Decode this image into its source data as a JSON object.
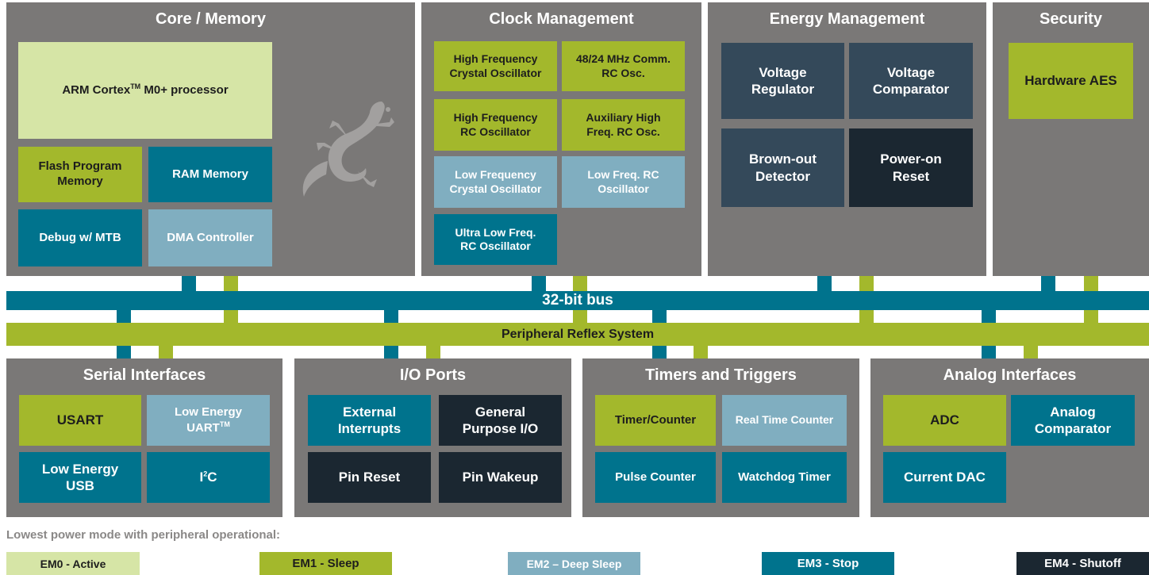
{
  "core_memory": {
    "title": "Core / Memory",
    "processor_prefix": "ARM Cortex",
    "processor_tm": "TM",
    "processor_suffix": " M0+ processor",
    "flash": "Flash Program Memory",
    "ram": "RAM Memory",
    "debug": "Debug w/ MTB",
    "dma": "DMA Controller",
    "logo_icon": "gecko-icon"
  },
  "clock": {
    "title": "Clock Management",
    "hfxo": "High Frequency Crystal Oscillator",
    "comm_rc": "48/24 MHz Comm. RC Osc.",
    "hfrco": "High Frequency RC Oscillator",
    "aux_rc": "Auxiliary High Freq. RC Osc.",
    "lfxo": "Low Frequency Crystal Oscillator",
    "lfrco": "Low Freq. RC Oscillator",
    "ulfrco": "Ultra Low Freq. RC Oscillator"
  },
  "energy": {
    "title": "Energy Management",
    "vreg": "Voltage Regulator",
    "vcomp": "Voltage Comparator",
    "bod": "Brown-out Detector",
    "por": "Power-on Reset"
  },
  "security": {
    "title": "Security",
    "aes": "Hardware AES"
  },
  "bus": {
    "label": "32-bit bus",
    "prs": "Peripheral Reflex System"
  },
  "serial": {
    "title": "Serial Interfaces",
    "usart": "USART",
    "leuart_main": "Low Energy UART",
    "leuart_tm": "TM",
    "leusb": "Low Energy USB",
    "i2c_main": "I",
    "i2c_sup": "2",
    "i2c_end": "C"
  },
  "io": {
    "title": "I/O Ports",
    "ext_int": "External Interrupts",
    "gpio": "General Purpose I/O",
    "pin_reset": "Pin Reset",
    "pin_wakeup": "Pin Wakeup"
  },
  "timers": {
    "title": "Timers and Triggers",
    "timer": "Timer/Counter",
    "rtc": "Real Time Counter",
    "pulse": "Pulse Counter",
    "wdog": "Watchdog Timer"
  },
  "analog": {
    "title": "Analog Interfaces",
    "adc": "ADC",
    "acmp": "Analog Comparator",
    "idac": "Current DAC"
  },
  "legend": {
    "heading": "Lowest power mode with peripheral operational:",
    "em0": "EM0 - Active",
    "em1": "EM1 - Sleep",
    "em2": "EM2 – Deep Sleep",
    "em3": "EM3 - Stop",
    "em4": "EM4 - Shutoff"
  },
  "colors": {
    "panel": "#7a7877",
    "em0": "#d6e5a6",
    "em1": "#a3b82c",
    "em2": "#80aec0",
    "em3": "#00738d",
    "em4": "#1b2731",
    "energy_blocks": "#34495a"
  }
}
